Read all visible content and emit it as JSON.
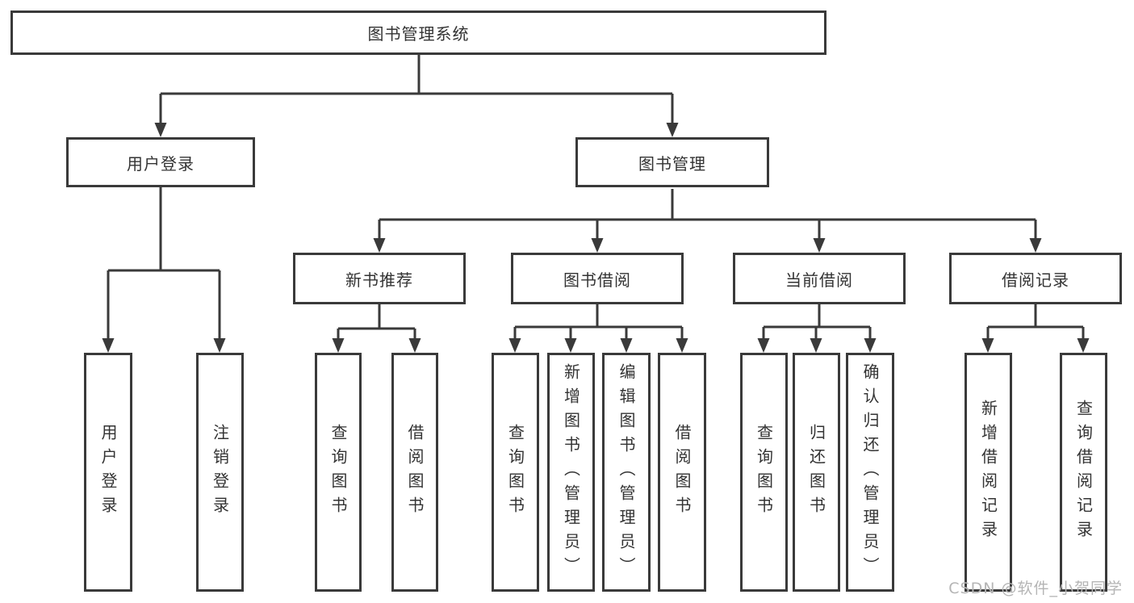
{
  "diagram": {
    "root": {
      "label": "图书管理系统",
      "children": [
        {
          "label": "用户登录",
          "children": [
            {
              "label": "用户登录"
            },
            {
              "label": "注销登录"
            }
          ]
        },
        {
          "label": "图书管理",
          "children": [
            {
              "label": "新书推荐",
              "children": [
                {
                  "label": "查询图书"
                },
                {
                  "label": "借阅图书"
                }
              ]
            },
            {
              "label": "图书借阅",
              "children": [
                {
                  "label": "查询图书"
                },
                {
                  "label": "新增图书（管理员）"
                },
                {
                  "label": "编辑图书（管理员）"
                },
                {
                  "label": "借阅图书"
                }
              ]
            },
            {
              "label": "当前借阅",
              "children": [
                {
                  "label": "查询图书"
                },
                {
                  "label": "归还图书"
                },
                {
                  "label": "确认归还（管理员）"
                }
              ]
            },
            {
              "label": "借阅记录",
              "children": [
                {
                  "label": "新增借阅记录"
                },
                {
                  "label": "查询借阅记录"
                }
              ]
            }
          ]
        }
      ]
    }
  },
  "watermark": {
    "text": "CSDN @软件_小贺同学"
  },
  "colors": {
    "line": "#3a3a3a",
    "border": "#3a3a3a",
    "background": "#ffffff",
    "text": "#333333",
    "watermark": "#b5b5b5"
  }
}
